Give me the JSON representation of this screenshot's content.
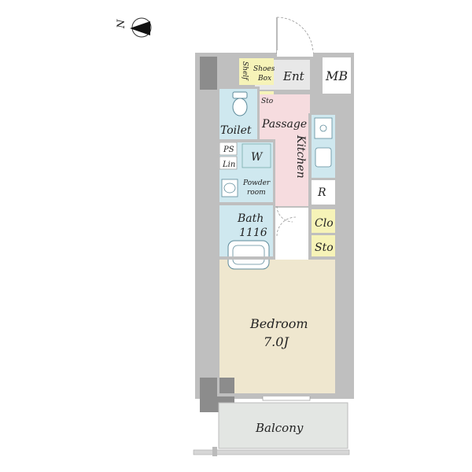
{
  "compass": {
    "letter": "N"
  },
  "rooms": {
    "entrance": "Ent",
    "meter_box": "MB",
    "shelf": "Shelf",
    "shoes_box": [
      "Shoes",
      "Box"
    ],
    "storage_entry": "Sto",
    "toilet": "Toilet",
    "passage": "Passage",
    "kitchen": "Kitchen",
    "pipe_space": "PS",
    "linen": "Lin",
    "washer": "W",
    "powder_room": [
      "Powder",
      "room"
    ],
    "refrigerator": "R",
    "bath": [
      "Bath",
      "1116"
    ],
    "closet": "Clo",
    "storage_closet": "Sto",
    "bedroom": [
      "Bedroom",
      "7.0J"
    ],
    "balcony": "Balcony"
  },
  "colors": {
    "wall": "#bfbfbf",
    "pillar": "#8c8c8c",
    "wet_area": "#cfe8ef",
    "passage": "#f6dcdf",
    "storage": "#f6f3b8",
    "bedroom": "#efe7cf",
    "balcony": "#e3e6e3",
    "entry": "#e8e8e8"
  }
}
